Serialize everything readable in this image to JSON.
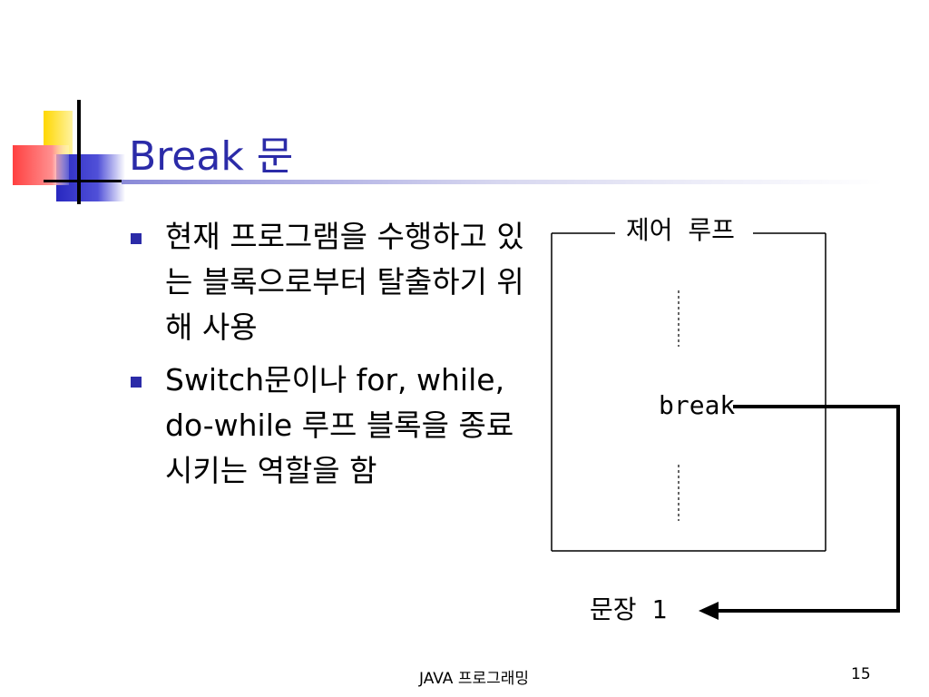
{
  "slide": {
    "title": "Break 문",
    "bullets": [
      "현재 프로그램을 수행하고 있는 블록으로부터 탈출하기 위해 사용",
      "Switch문이나 for, while, do-while 루프 블록을 종료시키는 역할을 함"
    ],
    "footer_title": "JAVA 프로그래밍",
    "page_number": "15"
  },
  "diagram": {
    "loop_label": "제어 루프",
    "break_label": "break",
    "statement_label": "문장 1"
  },
  "colors": {
    "title": "#2b2ba8",
    "bullet": "#2b2ba8",
    "deco_yellow": "#ffd700",
    "deco_blue": "#3232c8",
    "deco_red": "#ff6b6b"
  }
}
